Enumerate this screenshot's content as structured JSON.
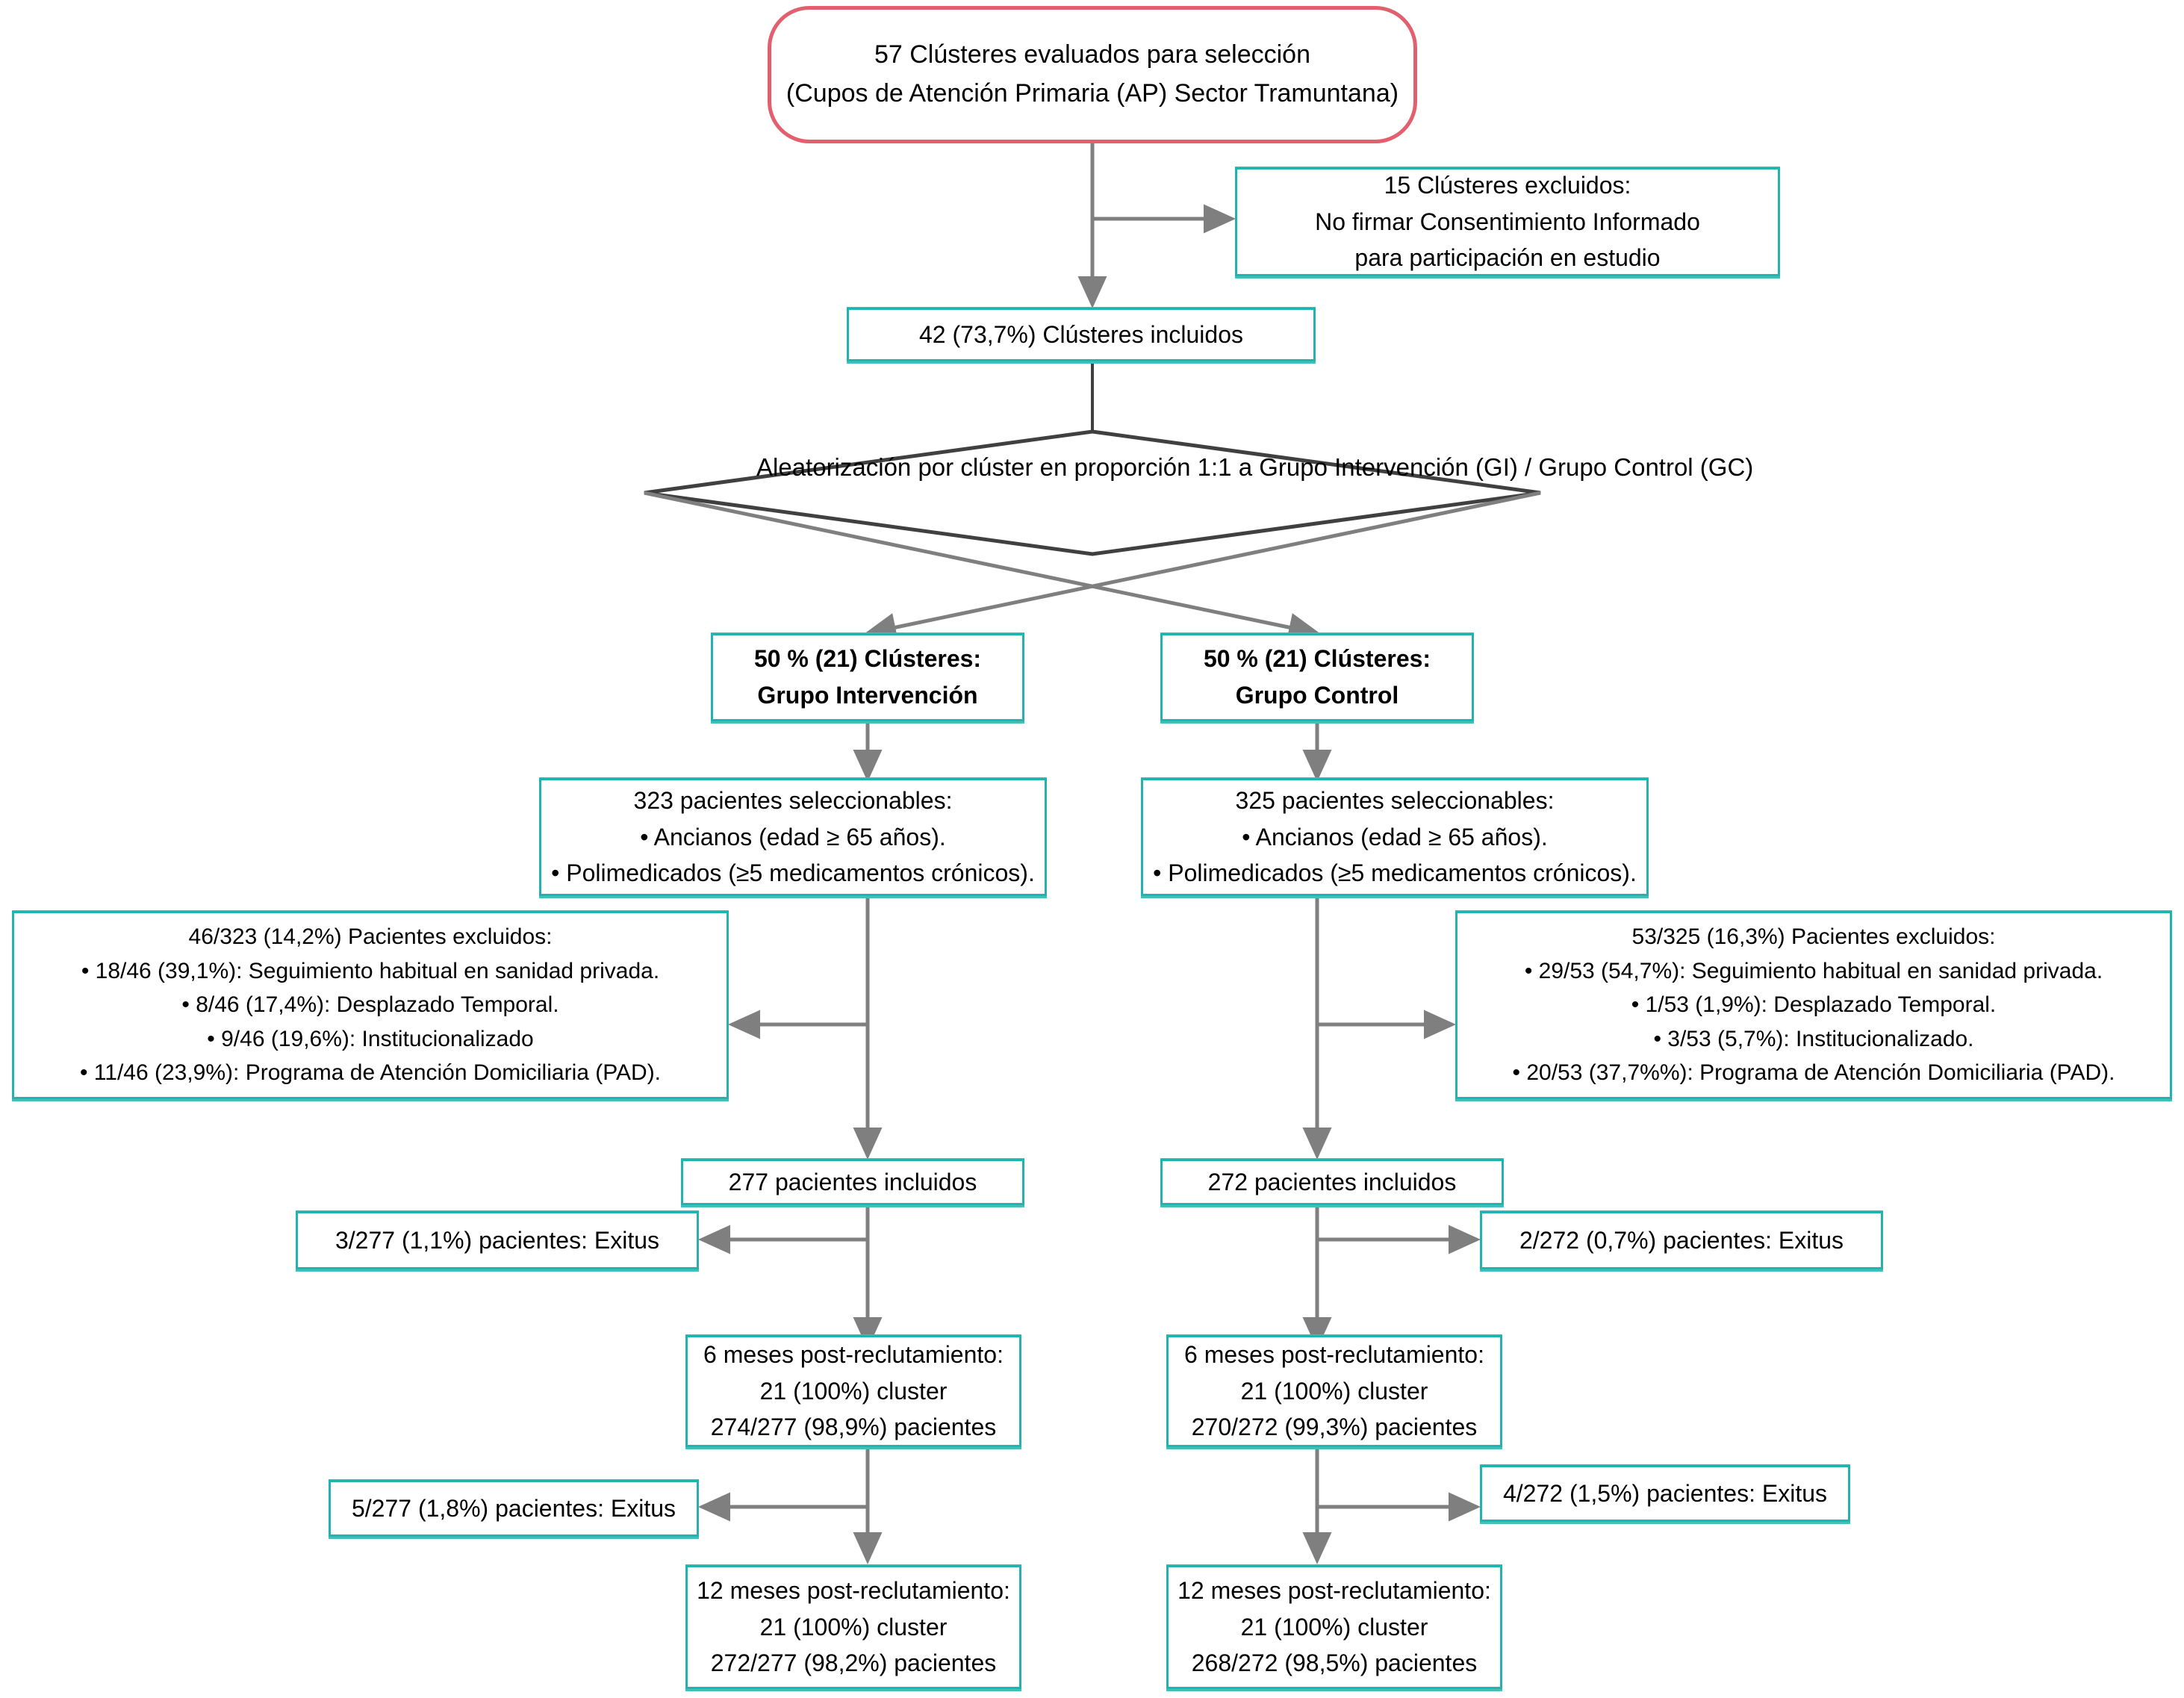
{
  "diagram": {
    "title": "Diagrama de flujo CONSORT de ensayo aleatorizado por clusteres",
    "language": "es",
    "colors": {
      "teal_border": "#22b3ae",
      "pink_border": "#e2606e",
      "connector_gray": "#7f7f7f",
      "diamond_outline": "#404040",
      "text": "#000000",
      "background": "#ffffff"
    }
  },
  "nodes": {
    "assessed": {
      "shape": "rounded-rectangle",
      "border_color": "#e2606e",
      "lines": [
        "57 Clústeres evaluados para selección",
        "(Cupos de Atención Primaria (AP) Sector Tramuntana)"
      ]
    },
    "excluded_clusters": {
      "shape": "rectangle",
      "border_color": "#22b3ae",
      "lines": [
        "15 Clústeres excluidos:",
        "No firmar Consentimiento Informado",
        "para participación en estudio"
      ]
    },
    "included_clusters": {
      "shape": "rectangle",
      "border_color": "#22b3ae",
      "lines": [
        "42 (73,7%) Clústeres incluidos"
      ]
    },
    "randomization": {
      "shape": "diamond",
      "border_color": "#404040",
      "lines": [
        "Aleatorización por clúster en proporción 1:1 a",
        "Grupo Intervención (GI) / Grupo Control (GC)"
      ]
    },
    "arm_intervention": {
      "shape": "rectangle",
      "border_color": "#22b3ae",
      "bold": true,
      "lines": [
        "50 % (21) Clústeres:",
        "Grupo Intervención"
      ]
    },
    "arm_control": {
      "shape": "rectangle",
      "border_color": "#22b3ae",
      "bold": true,
      "lines": [
        "50 % (21) Clústeres:",
        "Grupo Control"
      ]
    },
    "eligible_intervention": {
      "shape": "rectangle",
      "border_color": "#22b3ae",
      "lines": [
        "323 pacientes seleccionables:",
        "• Ancianos (edad ≥ 65 años).",
        "• Polimedicados (≥5 medicamentos crónicos)."
      ]
    },
    "eligible_control": {
      "shape": "rectangle",
      "border_color": "#22b3ae",
      "lines": [
        "325 pacientes seleccionables:",
        "• Ancianos (edad ≥ 65 años).",
        "• Polimedicados (≥5 medicamentos crónicos)."
      ]
    },
    "excluded_patients_intervention": {
      "shape": "rectangle",
      "border_color": "#22b3ae",
      "lines": [
        "46/323 (14,2%) Pacientes excluidos:",
        "• 18/46 (39,1%): Seguimiento habitual en sanidad privada.",
        "• 8/46 (17,4%): Desplazado Temporal.",
        "• 9/46 (19,6%): Institucionalizado",
        "• 11/46 (23,9%): Programa de Atención Domiciliaria (PAD)."
      ]
    },
    "excluded_patients_control": {
      "shape": "rectangle",
      "border_color": "#22b3ae",
      "lines": [
        "53/325 (16,3%) Pacientes excluidos:",
        "• 29/53 (54,7%): Seguimiento habitual en sanidad privada.",
        "• 1/53 (1,9%): Desplazado Temporal.",
        "• 3/53 (5,7%): Institucionalizado.",
        "• 20/53 (37,7%%): Programa de Atención Domiciliaria (PAD)."
      ]
    },
    "included_patients_intervention": {
      "shape": "rectangle",
      "border_color": "#22b3ae",
      "lines": [
        "277 pacientes incluidos"
      ]
    },
    "included_patients_control": {
      "shape": "rectangle",
      "border_color": "#22b3ae",
      "lines": [
        "272 pacientes incluidos"
      ]
    },
    "exitus_6m_intervention": {
      "shape": "rectangle",
      "border_color": "#22b3ae",
      "lines": [
        "3/277 (1,1%) pacientes: Exitus"
      ]
    },
    "exitus_6m_control": {
      "shape": "rectangle",
      "border_color": "#22b3ae",
      "lines": [
        "2/272 (0,7%) pacientes: Exitus"
      ]
    },
    "followup_6m_intervention": {
      "shape": "rectangle",
      "border_color": "#22b3ae",
      "lines": [
        "6 meses post-reclutamiento:",
        "21 (100%) cluster",
        "274/277 (98,9%) pacientes"
      ]
    },
    "followup_6m_control": {
      "shape": "rectangle",
      "border_color": "#22b3ae",
      "lines": [
        "6 meses post-reclutamiento:",
        "21 (100%) cluster",
        "270/272 (99,3%) pacientes"
      ]
    },
    "exitus_12m_intervention": {
      "shape": "rectangle",
      "border_color": "#22b3ae",
      "lines": [
        "5/277 (1,8%) pacientes: Exitus"
      ]
    },
    "exitus_12m_control": {
      "shape": "rectangle",
      "border_color": "#22b3ae",
      "lines": [
        "4/272 (1,5%) pacientes: Exitus"
      ]
    },
    "followup_12m_intervention": {
      "shape": "rectangle",
      "border_color": "#22b3ae",
      "lines": [
        "12 meses post-reclutamiento:",
        "21 (100%) cluster",
        "272/277 (98,2%) pacientes"
      ]
    },
    "followup_12m_control": {
      "shape": "rectangle",
      "border_color": "#22b3ae",
      "lines": [
        "12 meses post-reclutamiento:",
        "21 (100%) cluster",
        "268/272 (98,5%) pacientes"
      ]
    }
  }
}
